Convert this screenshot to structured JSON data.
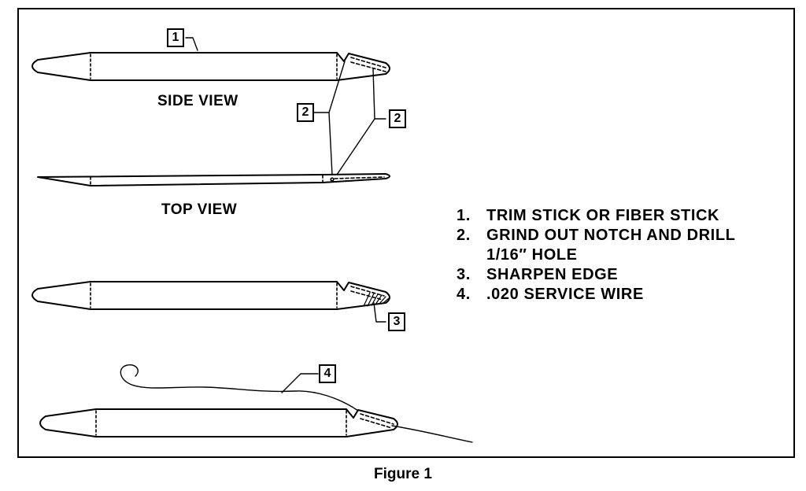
{
  "figure": {
    "caption": "Figure 1",
    "views": {
      "side": "SIDE VIEW",
      "top": "TOP VIEW"
    },
    "callouts": {
      "c1": "1",
      "c2a": "2",
      "c2b": "2",
      "c3": "3",
      "c4": "4"
    },
    "legend": [
      {
        "num": "1.",
        "text": "TRIM STICK OR FIBER STICK"
      },
      {
        "num": "2.",
        "text": "GRIND OUT NOTCH AND DRILL\n1/16″ HOLE"
      },
      {
        "num": "3.",
        "text": "SHARPEN EDGE"
      },
      {
        "num": "4.",
        "text": ".020 SERVICE WIRE"
      }
    ]
  }
}
